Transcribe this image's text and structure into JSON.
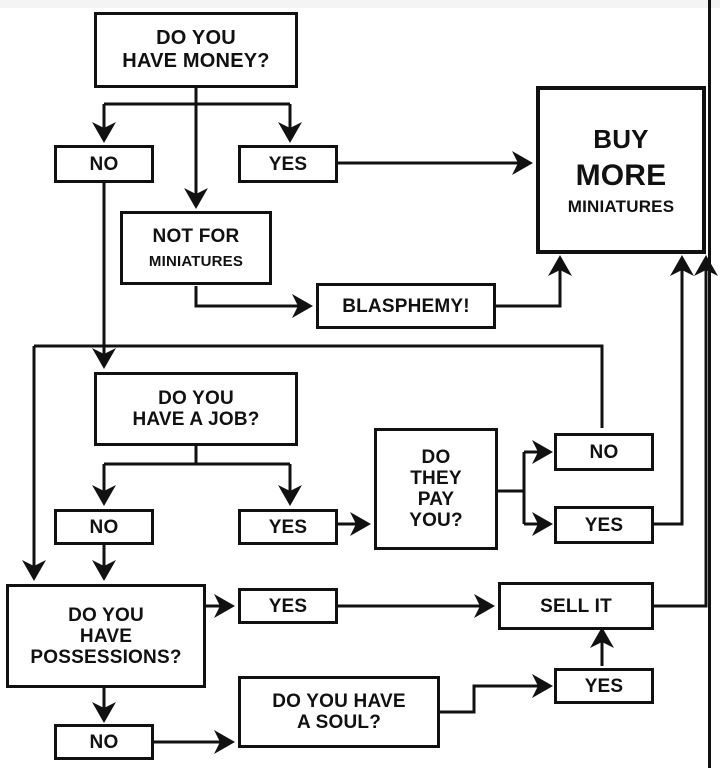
{
  "nodes": {
    "money_question": "DO YOU\nHAVE MONEY?",
    "money_no": "NO",
    "money_yes": "YES",
    "not_for_line1": "NOT FOR",
    "not_for_line2": "MINIATURES",
    "blasphemy": "BLASPHEMY!",
    "buy_line1": "BUY",
    "buy_line2": "MORE",
    "buy_line3": "MINIATURES",
    "job_question": "DO YOU\nHAVE A JOB?",
    "job_no": "NO",
    "job_yes": "YES",
    "pay_question": "DO\nTHEY\nPAY\nYOU?",
    "pay_no": "NO",
    "pay_yes": "YES",
    "possessions_question": "DO YOU\nHAVE\nPOSSESSIONS?",
    "possessions_yes": "YES",
    "possessions_no": "NO",
    "sell_it": "SELL IT",
    "soul_question": "DO YOU HAVE\nA SOUL?",
    "soul_yes": "YES"
  },
  "colors": {
    "ink": "#111111",
    "background": "#ffffff"
  }
}
